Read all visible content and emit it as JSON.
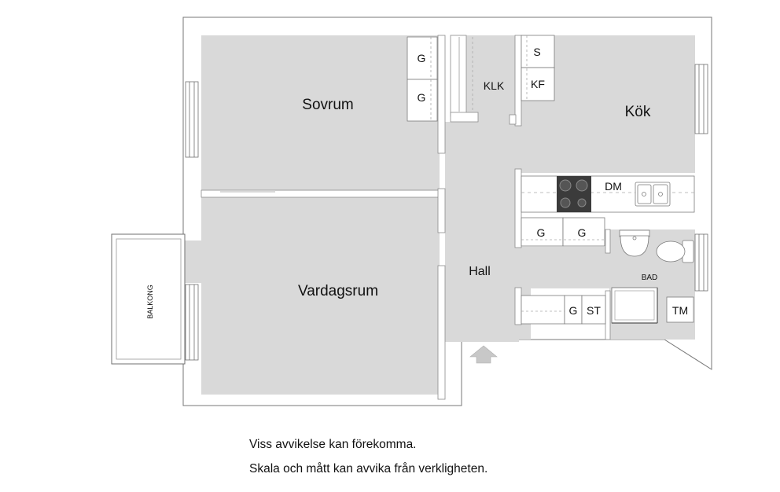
{
  "rooms": {
    "sovrum": "Sovrum",
    "vardagsrum": "Vardagsrum",
    "kok": "Kök",
    "hall": "Hall",
    "bad": "BAD",
    "klk": "KLK",
    "balkong": "BALKONG"
  },
  "fixtures": {
    "g": "G",
    "s": "S",
    "kf": "KF",
    "dm": "DM",
    "st": "ST",
    "tm": "TM"
  },
  "disclaimer": {
    "line1": "Viss avvikelse kan förekomma.",
    "line2": "Skala och mått kan avvika från verkligheten."
  },
  "colors": {
    "wall": "#ffffff",
    "floor": "#d9d9d9",
    "outline": "#6f6f6f",
    "stove": "#3b3b3b"
  }
}
